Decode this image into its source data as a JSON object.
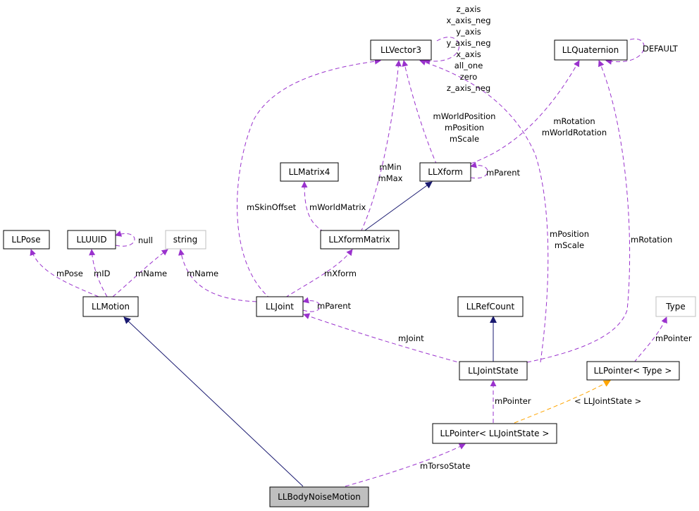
{
  "colors": {
    "usage_edge": "#9a32cd",
    "inheritance_edge": "#191970",
    "template_edge": "#ffa500",
    "focus_node_fill": "#bfbfbf",
    "external_node_border": "#bfbfbf"
  },
  "nodes": {
    "llvector3": "LLVector3",
    "llquaternion": "LLQuaternion",
    "llmatrix4": "LLMatrix4",
    "llxform": "LLXform",
    "llpose": "LLPose",
    "lluuid": "LLUUID",
    "string": "string",
    "llxformmatrix": "LLXformMatrix",
    "llmotion": "LLMotion",
    "lljoint": "LLJoint",
    "llrefcount": "LLRefCount",
    "type": "Type",
    "lljointstate": "LLJointState",
    "llpointer_type": "LLPointer< Type >",
    "llpointer_lljointstate": "LLPointer< LLJointState >",
    "llbodynoisemotion": "LLBodyNoiseMotion"
  },
  "edge_labels": {
    "vector3_self": [
      "z_axis",
      "x_axis_neg",
      "y_axis",
      "y_axis_neg",
      "x_axis",
      "all_one",
      "zero",
      "z_axis_neg"
    ],
    "quaternion_self": "DEFAULT",
    "xform_to_vector3": [
      "mWorldPosition",
      "mPosition",
      "mScale"
    ],
    "xform_to_quaternion": [
      "mRotation",
      "mWorldRotation"
    ],
    "xformmatrix_to_vector3": [
      "mMin",
      "mMax"
    ],
    "xform_self": "mParent",
    "joint_to_vector3": "mSkinOffset",
    "xformmatrix_to_matrix4": "mWorldMatrix",
    "jointstate_to_vector3": [
      "mPosition",
      "mScale"
    ],
    "jointstate_to_quaternion": "mRotation",
    "uuid_self": "null",
    "motion_to_pose": "mPose",
    "motion_to_uuid": "mID",
    "motion_to_string": "mName",
    "joint_to_string": "mName",
    "joint_to_xformmatrix": "mXform",
    "joint_self": "mParent",
    "jointstate_to_joint": "mJoint",
    "pointer_to_type": "mPointer",
    "pointer_js_to_jointstate": "mPointer",
    "pointer_template_arg": "< LLJointState >",
    "bodynoise_to_pointer": "mTorsoState"
  }
}
